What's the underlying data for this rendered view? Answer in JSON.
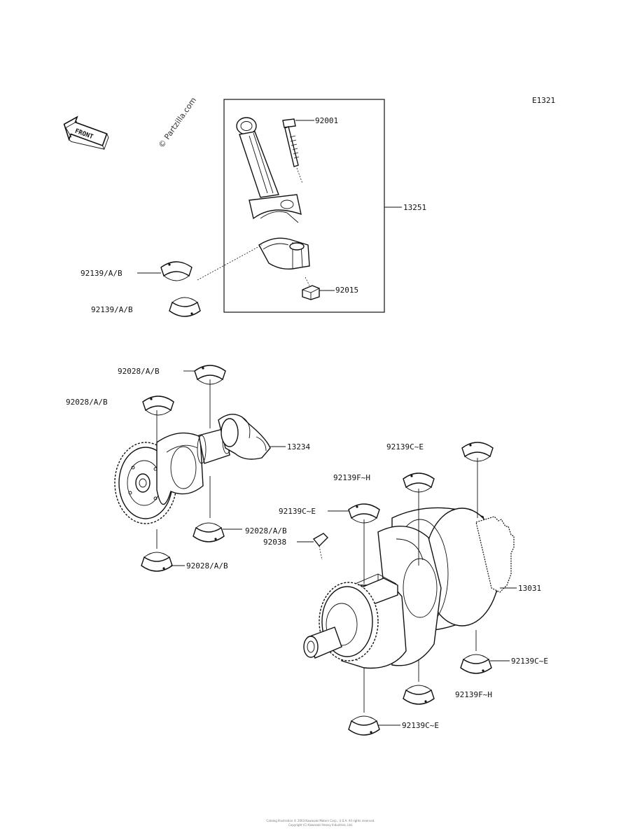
{
  "diagram_code": "E1321",
  "watermark": "© Partzilla.com",
  "front_label": "FRONT",
  "footer_line1": "Catalog Illustration © 2003 Kawasaki Motors Corp., U.S.A. All rights reserved.",
  "footer_line2": "Copyright (C) Kawasaki Heavy Industries, Ltd.",
  "labels": {
    "p92001": "92001",
    "p13251": "13251",
    "p92139ab_1": "92139/A/B",
    "p92139ab_2": "92139/A/B",
    "p92015": "92015",
    "p92028ab_1": "92028/A/B",
    "p92028ab_2": "92028/A/B",
    "p13234": "13234",
    "p92028ab_3": "92028/A/B",
    "p92028ab_4": "92028/A/B",
    "p92139ce_1": "92139C~E",
    "p92139fh_1": "92139F~H",
    "p92139ce_2": "92139C~E",
    "p92038": "92038",
    "p13031": "13031",
    "p92139ce_3": "92139C~E",
    "p92139fh_2": "92139F~H",
    "p92139ce_4": "92139C~E"
  }
}
